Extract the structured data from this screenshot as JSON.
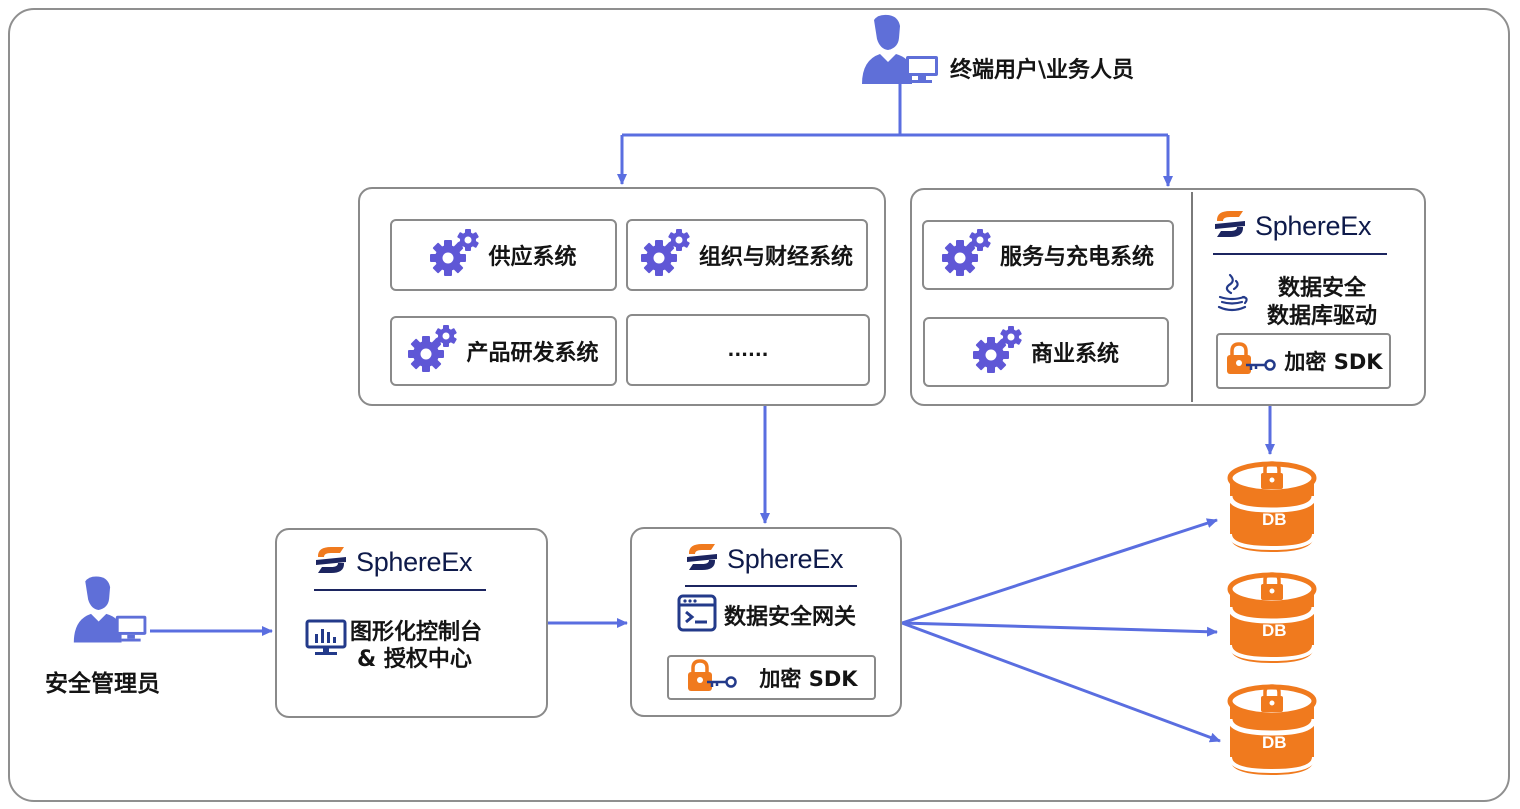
{
  "top_user": {
    "label": "终端用户\\业务人员",
    "icon": "user-with-monitor-icon"
  },
  "left_panel": {
    "systems": [
      "供应系统",
      "组织与财经系统",
      "产品研发系统",
      "......"
    ]
  },
  "right_panel": {
    "systems": [
      "服务与充电系统",
      "商业系统"
    ],
    "brand": "SphereEx",
    "driver_line1": "数据安全",
    "driver_line2": "数据库驱动",
    "sdk": "加密 SDK"
  },
  "console": {
    "brand": "SphereEx",
    "line1": "图形化控制台",
    "line2": "& 授权中心"
  },
  "gateway": {
    "brand": "SphereEx",
    "title": "数据安全网关",
    "sdk": "加密 SDK"
  },
  "admin": {
    "label": "安全管理员",
    "icon": "user-with-monitor-icon"
  },
  "databases": [
    "DB",
    "DB",
    "DB"
  ],
  "colors": {
    "arrow": "#5a6ee0",
    "icon_purple": "#5f57d6",
    "db_orange": "#f07a1e",
    "brand_navy": "#1c2560"
  }
}
